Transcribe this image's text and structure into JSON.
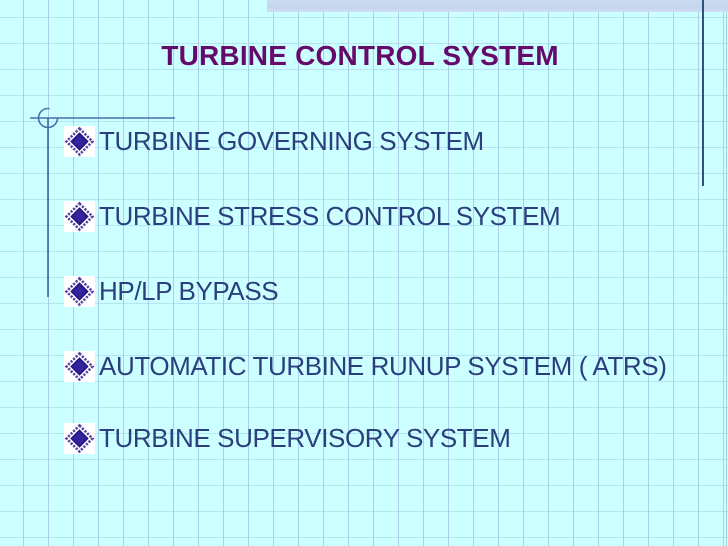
{
  "slide": {
    "title": "TURBINE CONTROL SYSTEM",
    "bullets": [
      {
        "label": "TURBINE GOVERNING SYSTEM"
      },
      {
        "label": "TURBINE STRESS CONTROL SYSTEM"
      },
      {
        "label": "HP/LP BYPASS"
      },
      {
        "label": "AUTOMATIC TURBINE RUNUP SYSTEM ( ATRS)"
      },
      {
        "label": "TURBINE SUPERVISORY SYSTEM"
      }
    ]
  },
  "colors": {
    "background": "#CCFFFF",
    "grid_line": "#96A8D6",
    "title_text": "#65096B",
    "body_text": "#2B3F7E",
    "top_band": "#C9D8EF",
    "right_line": "#2E5377",
    "ornament_line": "#4A6FAD",
    "bullet_outer_stroke": "#5B3FA8",
    "bullet_inner_fill": "#2C1D95"
  },
  "icons": {
    "bullet": "diamond-bullet-icon",
    "ornament": "compass-ornament"
  }
}
